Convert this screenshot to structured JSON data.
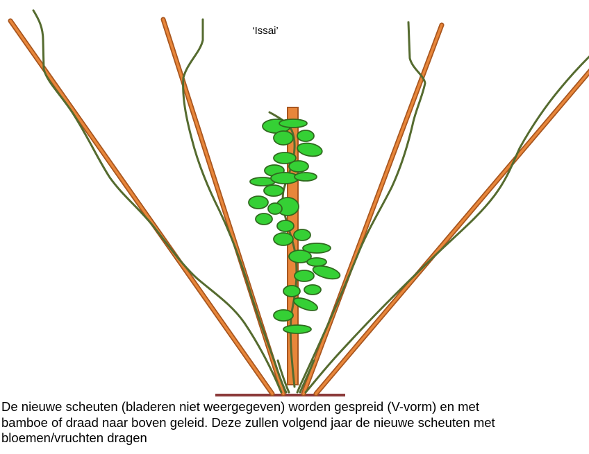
{
  "label": "‘Issai’",
  "caption": {
    "lines": [
      "De nieuwe scheuten (bladeren niet weergegeven) worden gespreid (V-vorm) en met",
      "bamboe of draad naar boven geleid. Deze zullen volgend jaar de nieuwe scheuten met",
      "bloemen/vruchten dragen"
    ]
  },
  "colors": {
    "bamboe": "#E8863A",
    "bamboe_edge": "#A8561F",
    "shoot": "#556B2F",
    "leaf": "#35D035",
    "leaf_edge": "#2F6A1E",
    "ground": "#8B3A3A"
  }
}
